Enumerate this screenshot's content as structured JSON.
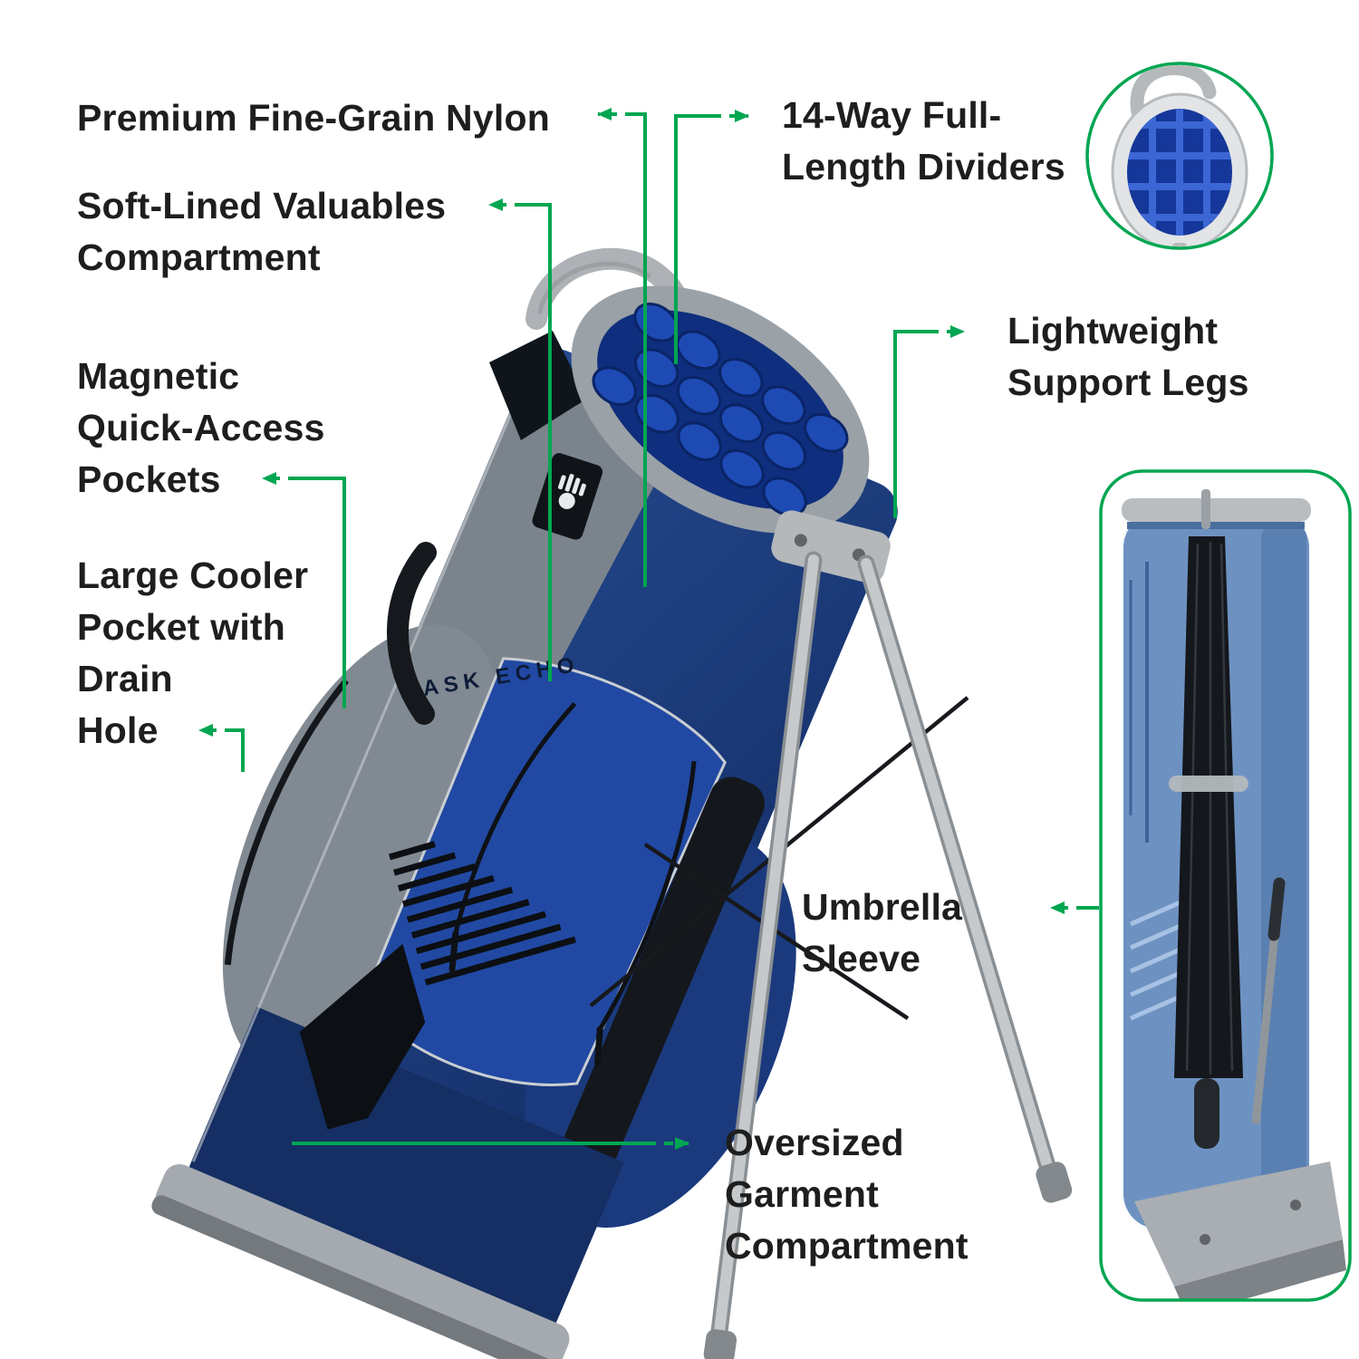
{
  "colors": {
    "accent_green": "#00A651",
    "label_text": "#1e1e1e",
    "bag_navy": "#1d3f8c",
    "bag_royal": "#2149a3",
    "bag_gray": "#7b848c",
    "leg_gray": "#c6c9cc"
  },
  "callouts": {
    "nylon": "Premium Fine-Grain Nylon",
    "dividers": "14-Way Full-\nLength Dividers",
    "valuables": "Soft-Lined Valuables\nCompartment",
    "magnetic": "Magnetic\nQuick-Access\nPockets",
    "cooler": "Large Cooler\nPocket with\nDrain\nHole",
    "legs": "Lightweight\nSupport Legs",
    "umbrella": "Umbrella\nSleeve",
    "garment": "Oversized\nGarment\nCompartment"
  },
  "bag": {
    "brand": "ASK ECHO"
  },
  "insets": {
    "top_view": "14-way full-length divider top view",
    "side_view": "umbrella sleeve side view"
  }
}
